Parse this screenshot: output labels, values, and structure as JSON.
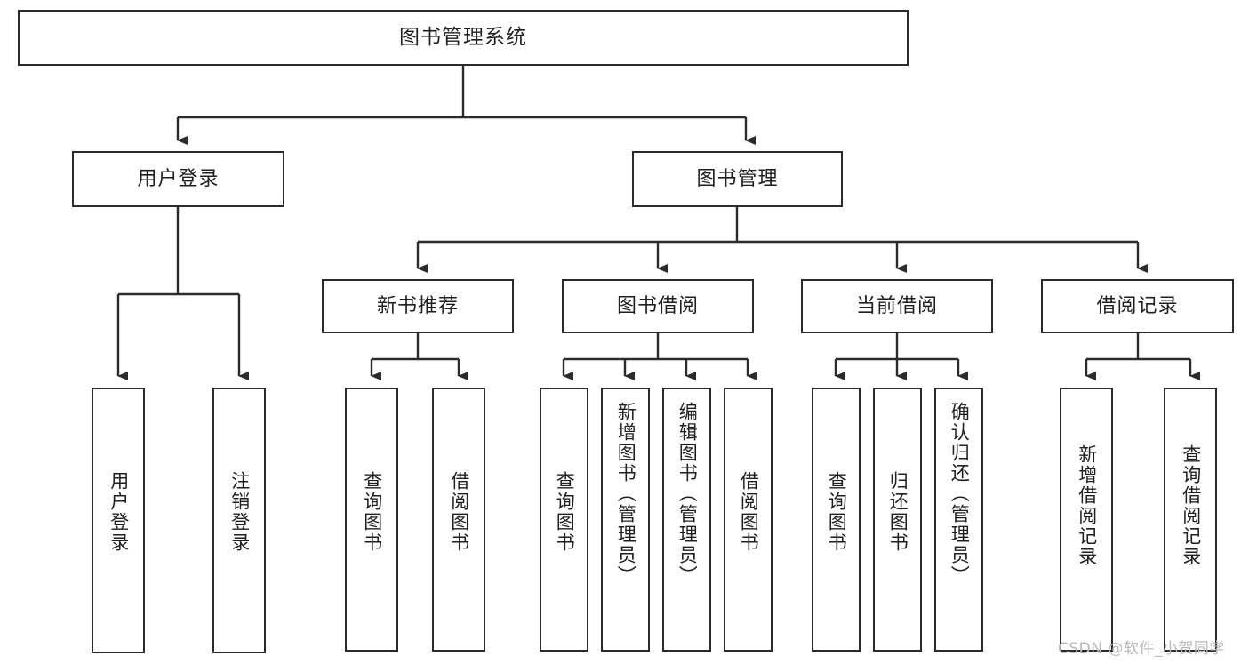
{
  "diagram": {
    "title": "图书管理系统",
    "type": "tree-hierarchy",
    "nodes": {
      "root": {
        "label": "图书管理系统"
      },
      "level2": [
        {
          "id": "user-login",
          "label": "用户登录"
        },
        {
          "id": "book-management",
          "label": "图书管理"
        }
      ],
      "level3": [
        {
          "id": "new-book-recommend",
          "label": "新书推荐"
        },
        {
          "id": "book-borrow",
          "label": "图书借阅"
        },
        {
          "id": "current-borrow",
          "label": "当前借阅"
        },
        {
          "id": "borrow-record",
          "label": "借阅记录"
        }
      ],
      "leaves": {
        "user_login": [
          {
            "id": "leaf-user-login",
            "label": "用户登录"
          },
          {
            "id": "leaf-logout",
            "label": "注销登录"
          }
        ],
        "new_book_recommend": [
          {
            "id": "leaf-query-book-1",
            "label": "查询图书"
          },
          {
            "id": "leaf-borrow-book-1",
            "label": "借阅图书"
          }
        ],
        "book_borrow": [
          {
            "id": "leaf-query-book-2",
            "label": "查询图书"
          },
          {
            "id": "leaf-add-book",
            "label": "新增图书（管理员）"
          },
          {
            "id": "leaf-edit-book",
            "label": "编辑图书（管理员）"
          },
          {
            "id": "leaf-borrow-book-2",
            "label": "借阅图书"
          }
        ],
        "current_borrow": [
          {
            "id": "leaf-query-book-3",
            "label": "查询图书"
          },
          {
            "id": "leaf-return-book",
            "label": "归还图书"
          },
          {
            "id": "leaf-confirm-return",
            "label": "确认归还（管理员）"
          }
        ],
        "borrow_record": [
          {
            "id": "leaf-add-record",
            "label": "新增借阅记录"
          },
          {
            "id": "leaf-query-record",
            "label": "查询借阅记录"
          }
        ]
      }
    },
    "colors": {
      "border": "#2b2b2b",
      "background": "#ffffff",
      "text": "#1f1f1f",
      "edge": "#2b2b2b",
      "watermark": "#b9b9b9"
    }
  },
  "watermark": {
    "text": "CSDN @软件_小贺同学"
  }
}
